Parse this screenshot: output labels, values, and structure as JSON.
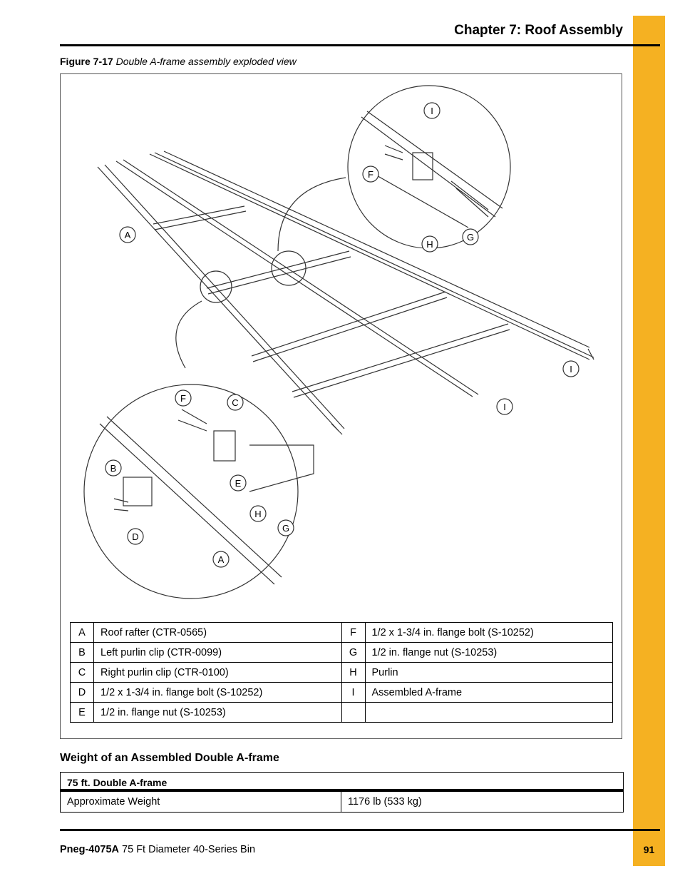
{
  "header": {
    "chapter_title": "Chapter 7: Roof Assembly"
  },
  "figure": {
    "label": "Figure 7-17",
    "caption": "Double A-frame assembly exploded view",
    "callouts": {
      "a": "A",
      "b": "B",
      "c": "C",
      "d": "D",
      "e": "E",
      "f": "F",
      "g": "G",
      "h": "H",
      "i": "I"
    }
  },
  "parts_table": [
    {
      "key1": "A",
      "desc1": "Roof rafter (CTR-0565)",
      "key2": "F",
      "desc2": "1/2 x 1-3/4 in. flange bolt (S-10252)"
    },
    {
      "key1": "B",
      "desc1": "Left purlin clip (CTR-0099)",
      "key2": "G",
      "desc2": "1/2 in. flange nut (S-10253)"
    },
    {
      "key1": "C",
      "desc1": "Right purlin clip (CTR-0100)",
      "key2": "H",
      "desc2": "Purlin"
    },
    {
      "key1": "D",
      "desc1": "1/2 x 1-3/4 in. flange bolt (S-10252)",
      "key2": "I",
      "desc2": "Assembled A-frame"
    },
    {
      "key1": "E",
      "desc1": "1/2 in. flange nut (S-10253)",
      "key2": "",
      "desc2": ""
    }
  ],
  "weight_section": {
    "title": "Weight of an Assembled Double A-frame",
    "table_header": "75 ft. Double A-frame",
    "row_label": "Approximate Weight",
    "row_value": "1176 lb (533 kg)"
  },
  "footer": {
    "doc_number": "Pneg-4075A",
    "doc_title": "75 Ft Diameter 40-Series Bin",
    "page_number": "91"
  },
  "colors": {
    "side_tab": "#f5b122",
    "rule": "#000000"
  }
}
